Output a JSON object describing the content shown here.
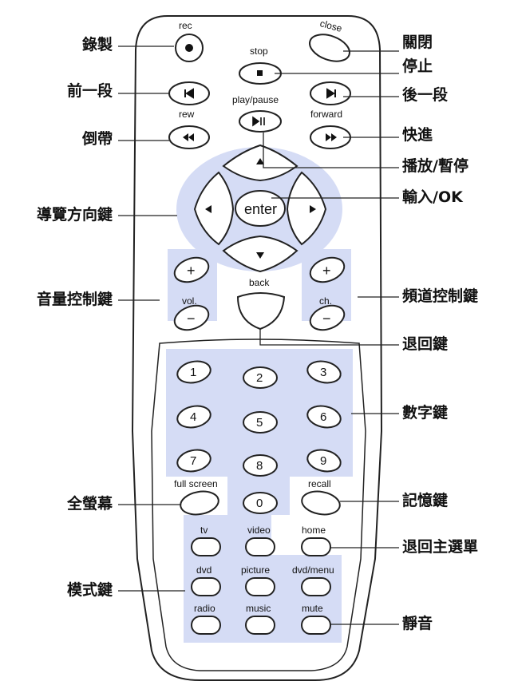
{
  "buttons": {
    "rec": "rec",
    "close": "close",
    "stop": "stop",
    "play_pause": "play/pause",
    "rew": "rew",
    "forward": "forward",
    "enter": "enter",
    "back": "back",
    "vol": "vol.",
    "ch": "ch.",
    "plus": "+",
    "minus": "−",
    "fullscreen": "full screen",
    "recall": "recall",
    "tv": "tv",
    "video": "video",
    "home": "home",
    "dvd": "dvd",
    "picture": "picture",
    "dvdmenu": "dvd/menu",
    "radio": "radio",
    "music": "music",
    "mute": "mute",
    "nums": [
      "1",
      "2",
      "3",
      "4",
      "5",
      "6",
      "7",
      "8",
      "9",
      "0"
    ]
  },
  "labels": {
    "rec": "錄製",
    "close": "關閉",
    "stop": "停止",
    "prev": "前一段",
    "next": "後一段",
    "rew": "倒帶",
    "forward": "快進",
    "play_pause": "播放/暫停",
    "enter": "輸入/OK",
    "nav": "導覽方向鍵",
    "volume": "音量控制鍵",
    "channel": "頻道控制鍵",
    "back": "退回鍵",
    "numbers": "數字鍵",
    "fullscreen": "全螢幕",
    "recall": "記憶鍵",
    "home": "退回主選單",
    "mode": "模式鍵",
    "mute": "靜音"
  },
  "colors": {
    "panel": "#d5dcf5",
    "outline": "#222222",
    "background": "#ffffff"
  }
}
